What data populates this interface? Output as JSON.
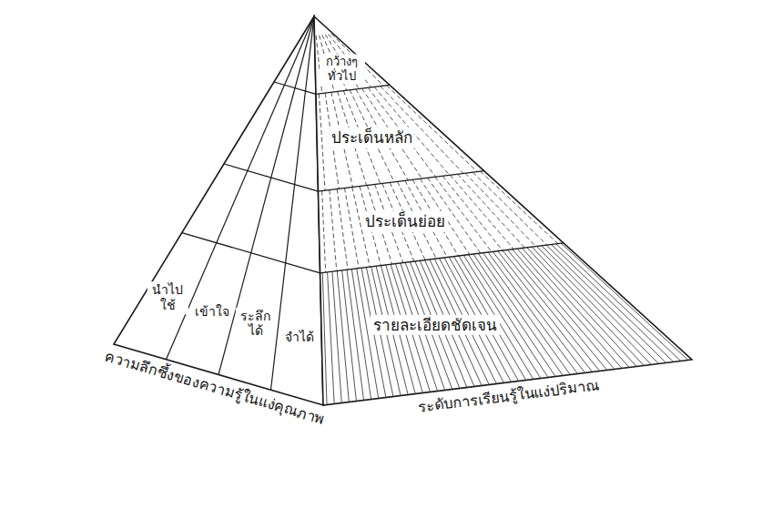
{
  "diagram": {
    "nodes": [
      {
        "text": [
          "กว้างๆ ทั่วไป"
        ]
      },
      {
        "text": [
          "ประเด็นหลัก"
        ]
      },
      {
        "text": [
          "ประเด็นย่อย"
        ]
      },
      {
        "text": [
          "รายละเอียดชัดเจน"
        ]
      },
      {
        "text": [
          "นำไปใช้"
        ]
      },
      {
        "text": [
          "เข้าใจ"
        ]
      },
      {
        "text": [
          "ระลึกได้"
        ]
      },
      {
        "text": [
          "จำได้"
        ]
      }
    ],
    "labels": [
      "ความลึกซึ้งของความรู้ในแง่คุณภาพ",
      "ระดับการเรียนรู้ในแง่ปริมาณ"
    ]
  }
}
